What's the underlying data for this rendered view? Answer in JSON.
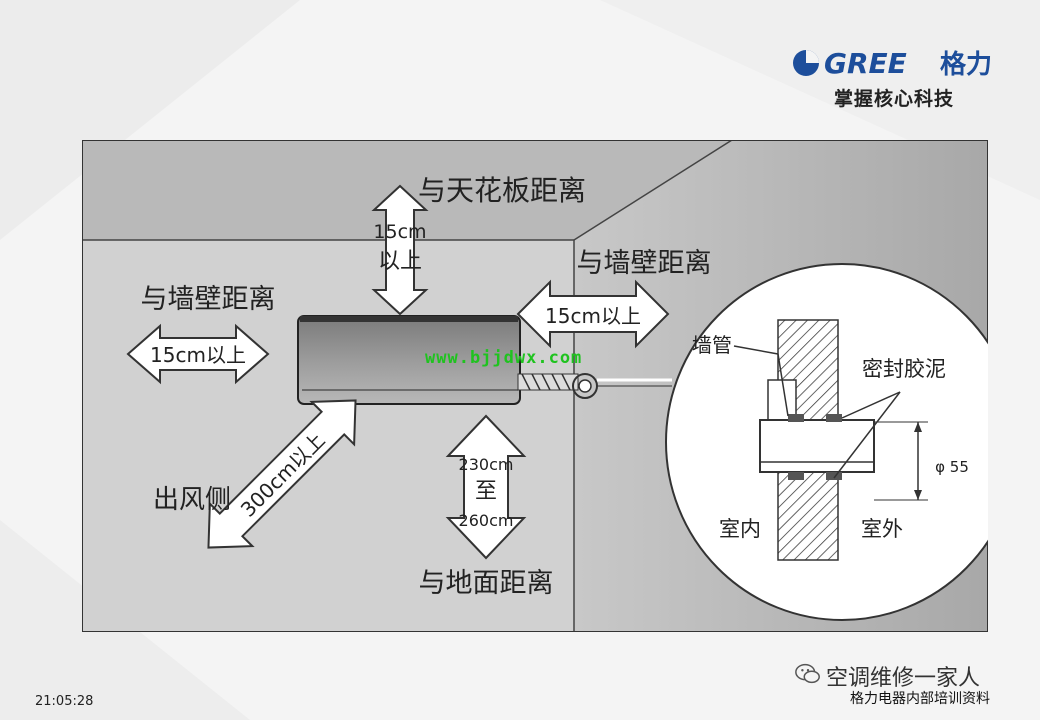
{
  "brand": {
    "name": "GREE",
    "chinese": "格力",
    "slogan": "掌握核心科技",
    "color": "#1d4e9b"
  },
  "watermark": "www.bjjdwx.com",
  "labels": {
    "ceiling_title": "与天花板距离",
    "ceiling_value_1": "15cm",
    "ceiling_value_2": "以上",
    "wall_left_title": "与墙壁距离",
    "wall_left_value": "15cm以上",
    "wall_right_title": "与墙壁距离",
    "wall_right_value": "15cm以上",
    "outlet_title": "出风侧",
    "outlet_value": "300cm以上",
    "floor_value_1": "230cm",
    "floor_value_2": "至",
    "floor_value_3": "260cm",
    "floor_title": "与地面距离",
    "inset_wall_pipe": "墙管",
    "inset_sealant": "密封胶泥",
    "inset_diameter": "φ 55",
    "inset_indoor": "室内",
    "inset_outdoor": "室外"
  },
  "footer": {
    "time": "21:05:28",
    "wechat_name": "空调维修一家人",
    "training": "格力电器内部培训资料"
  }
}
